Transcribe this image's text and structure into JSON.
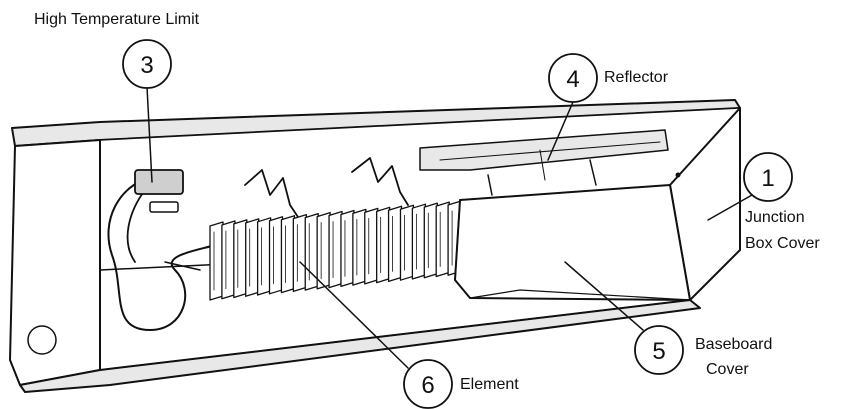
{
  "diagram": {
    "callouts": [
      {
        "number": "1",
        "label_lines": [
          "Junction",
          "Box Cover"
        ]
      },
      {
        "number": "3",
        "label_lines": [
          "High Temperature Limit"
        ]
      },
      {
        "number": "4",
        "label_lines": [
          "Reflector"
        ]
      },
      {
        "number": "5",
        "label_lines": [
          "Baseboard",
          "Cover"
        ]
      },
      {
        "number": "6",
        "label_lines": [
          "Element"
        ]
      }
    ]
  }
}
